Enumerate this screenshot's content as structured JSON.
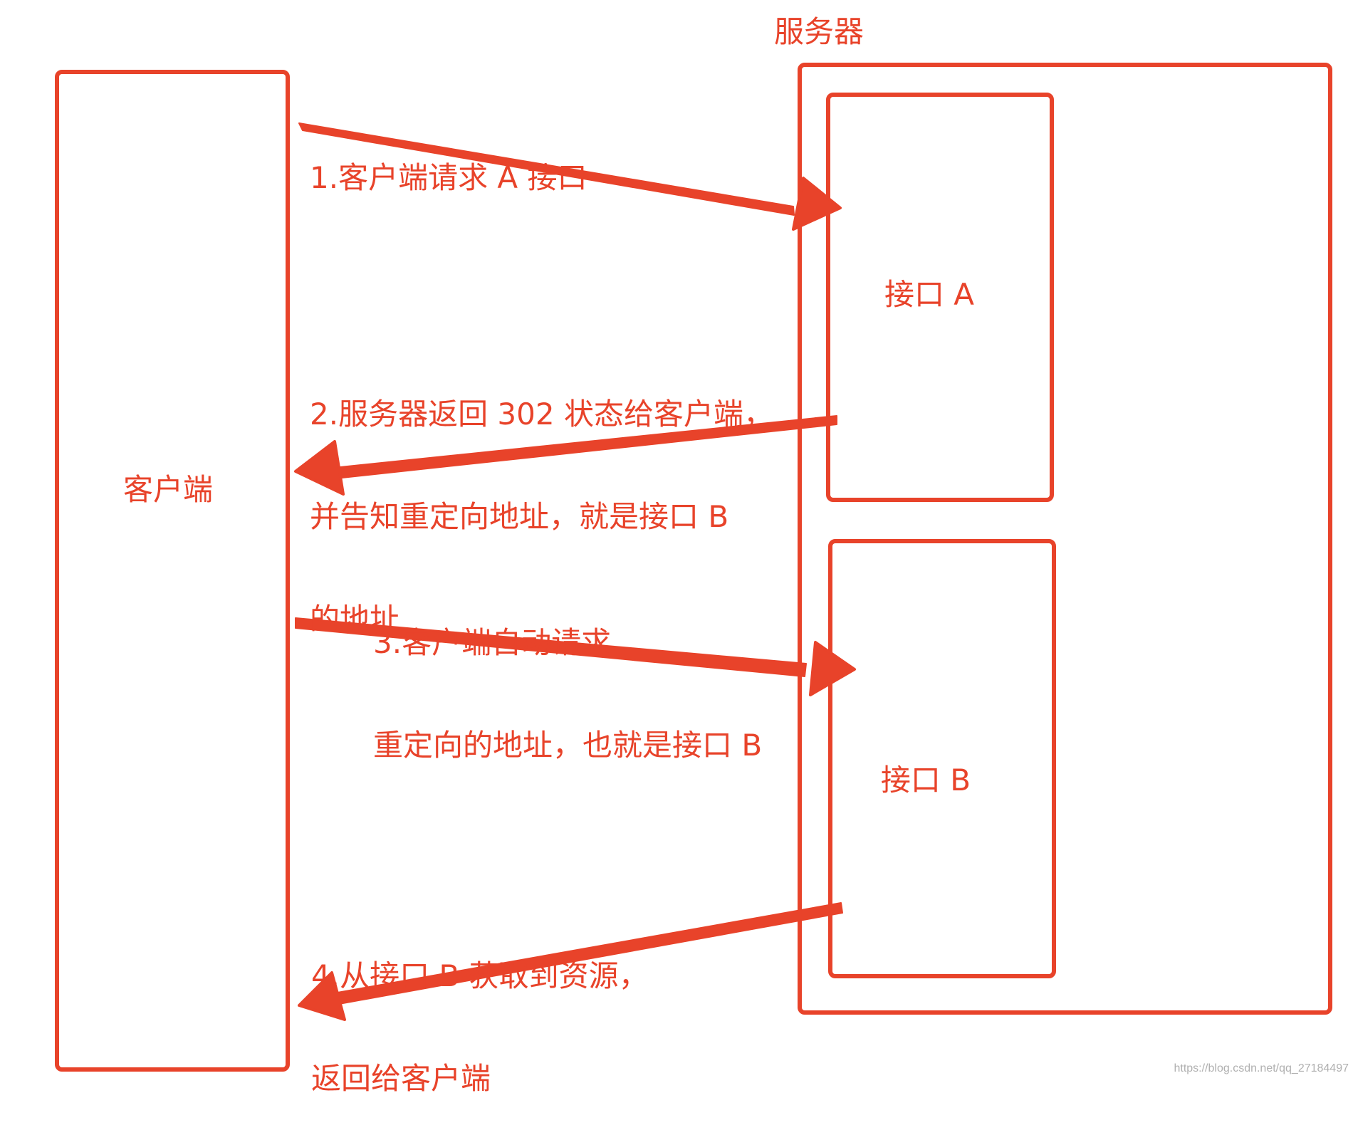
{
  "title": "服务器",
  "client": {
    "label": "客户端"
  },
  "server": {
    "label": "服务器",
    "interface_a": "接口 A",
    "interface_b": "接口 B"
  },
  "steps": [
    {
      "lines": [
        "1.客户端请求 A 接口"
      ]
    },
    {
      "lines": [
        "2.服务器返回 302 状态给客户端，",
        "并告知重定向地址，就是接口 B",
        "的地址"
      ]
    },
    {
      "lines": [
        "3.客户端自动请求",
        "重定向的地址，也就是接口 B"
      ]
    },
    {
      "lines": [
        "4.从接口 B 获取到资源，",
        "返回给客户端"
      ]
    }
  ],
  "watermark": "https://blog.csdn.net/qq_27184497",
  "colors": {
    "accent": "#e8432a"
  }
}
